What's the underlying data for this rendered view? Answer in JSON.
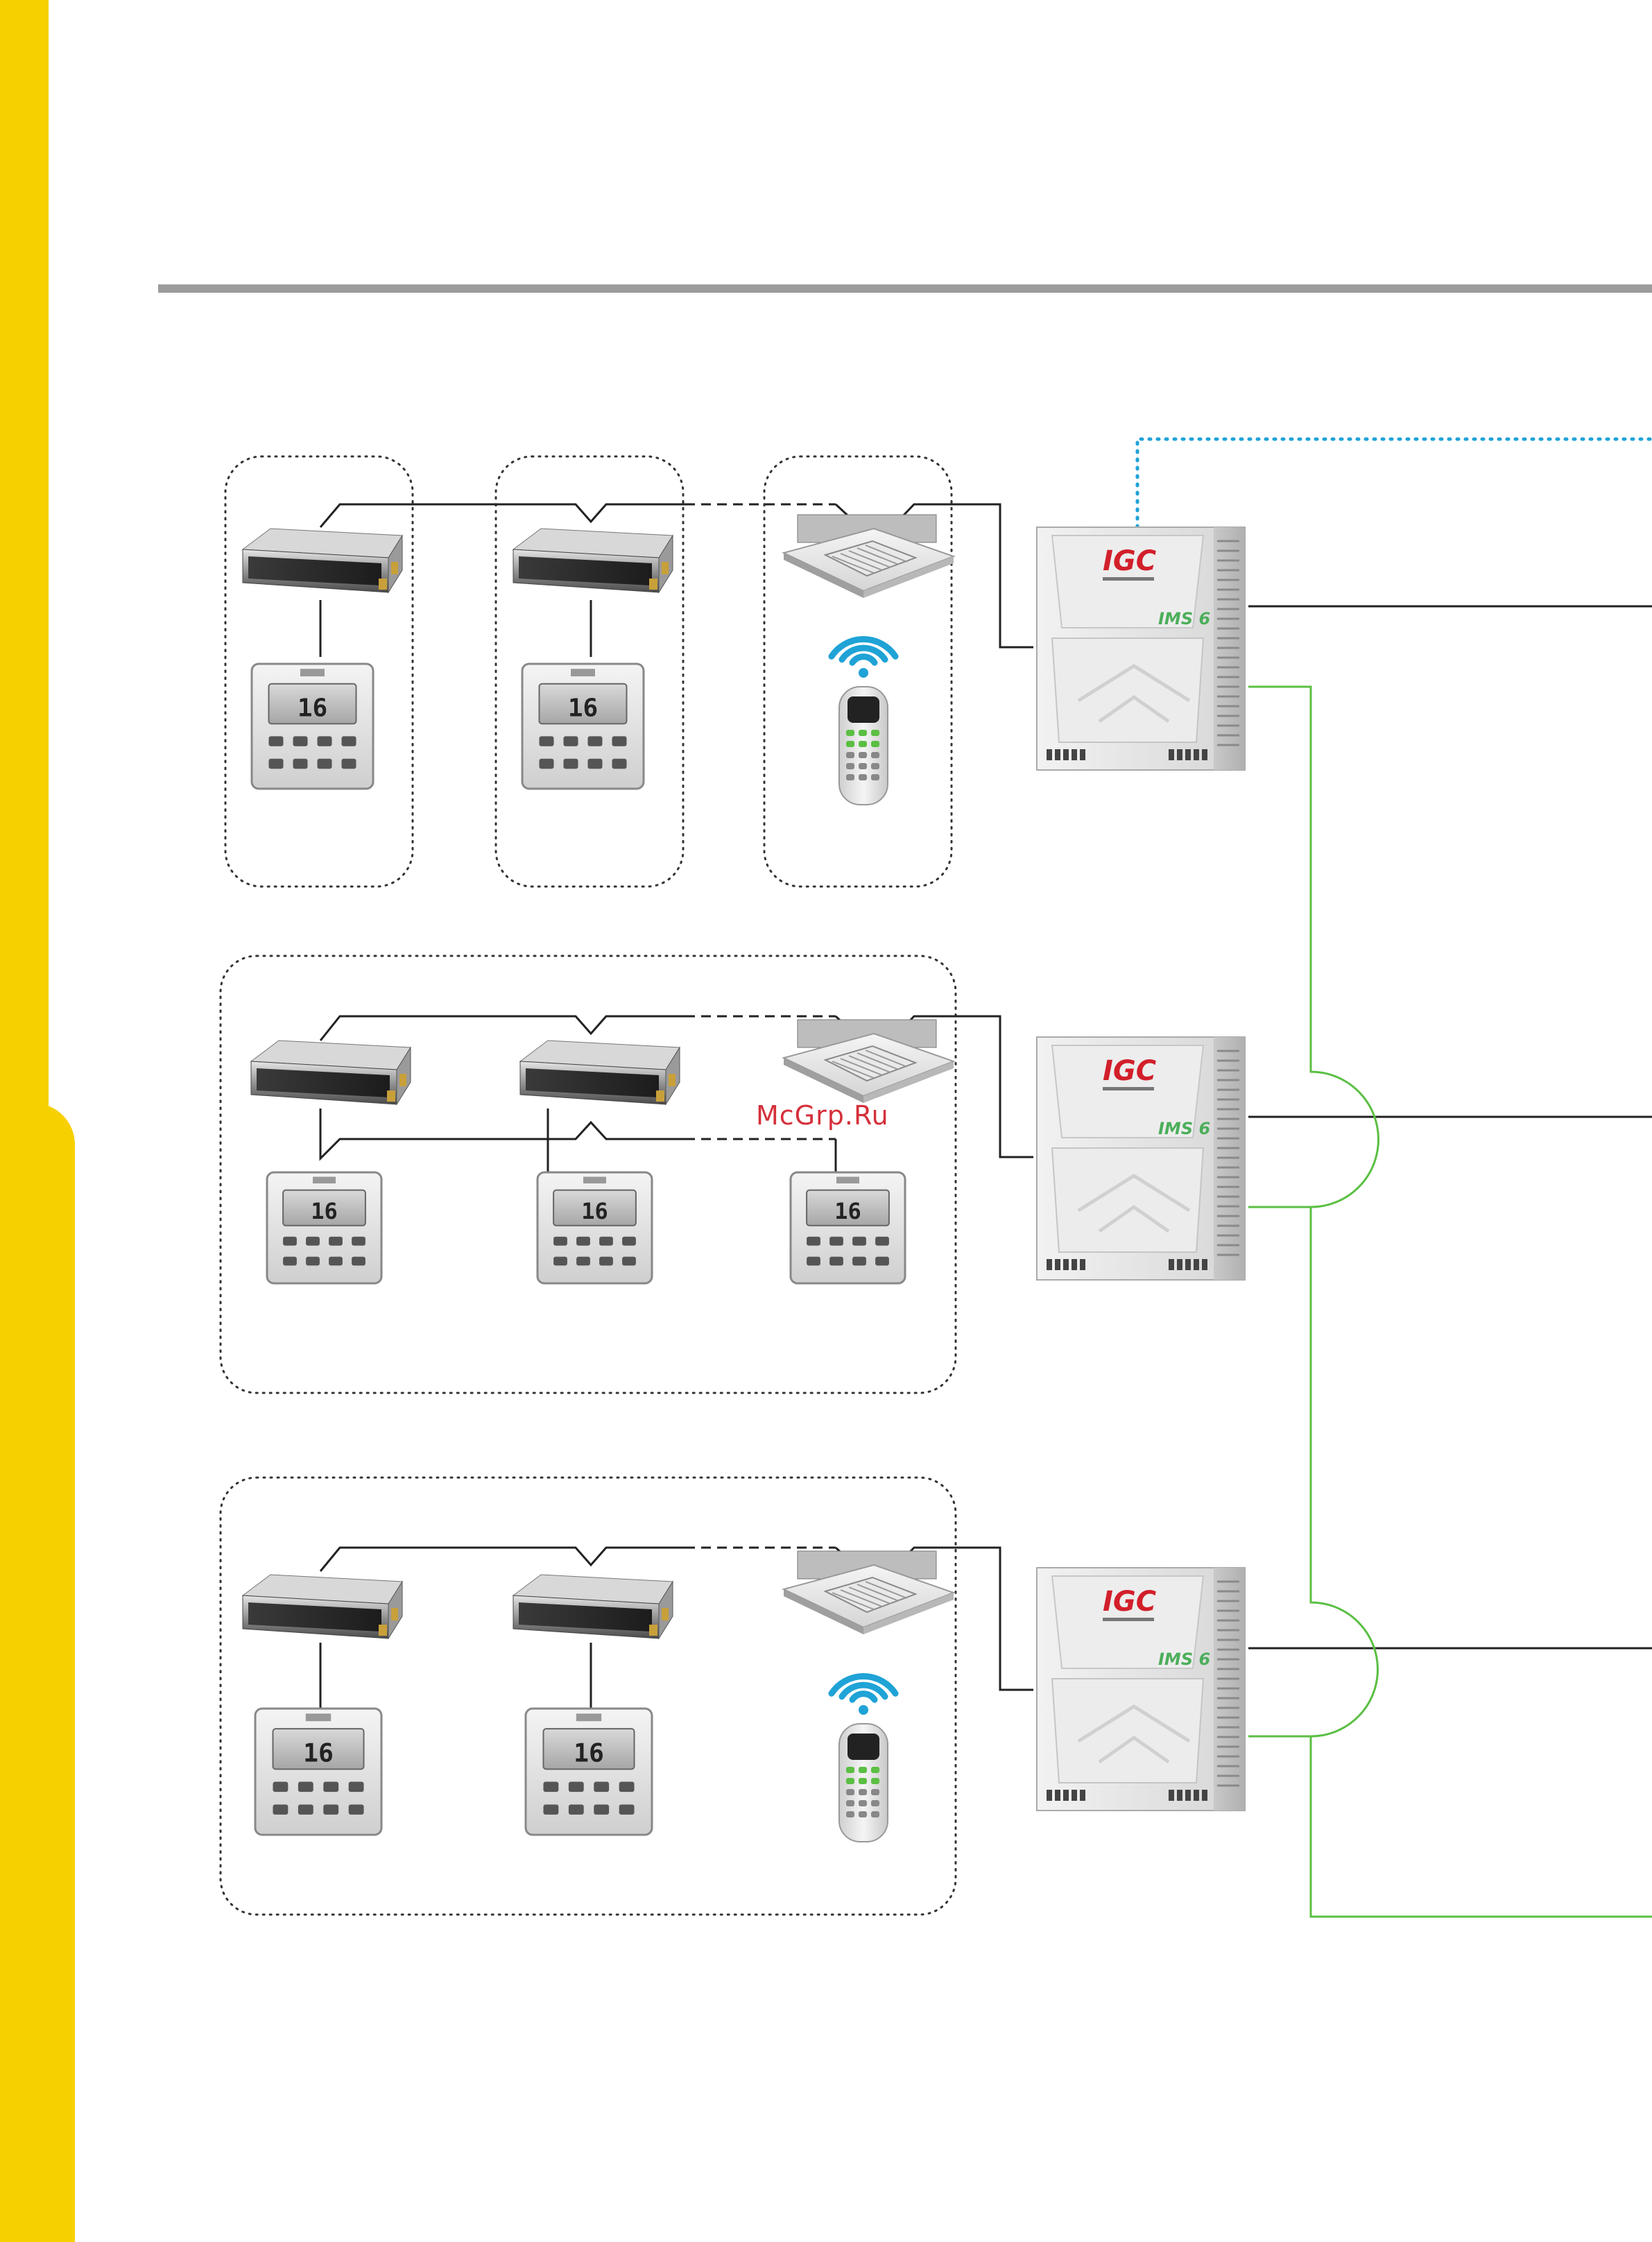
{
  "outdoor_unit": {
    "brand": "IGC",
    "series_badge": "IMS 6"
  },
  "wired_controller": {
    "display_reading": "16"
  },
  "watermark": "McGrp.Ru",
  "colors": {
    "sidebar": "#f7d000",
    "brand_red": "#d21f2a",
    "series_green": "#4cae5a",
    "network_green": "#5bbf43",
    "cloud_link_blue": "#1fa3d6",
    "header_rule": "#9c9c9c"
  },
  "icons": {
    "ducted_unit": "ducted-indoor-unit-icon",
    "cassette_unit": "cassette-indoor-unit-icon",
    "wired_controller": "wired-controller-icon",
    "remote": "ir-remote-icon",
    "wifi": "wifi-icon",
    "outdoor": "outdoor-unit-icon"
  }
}
